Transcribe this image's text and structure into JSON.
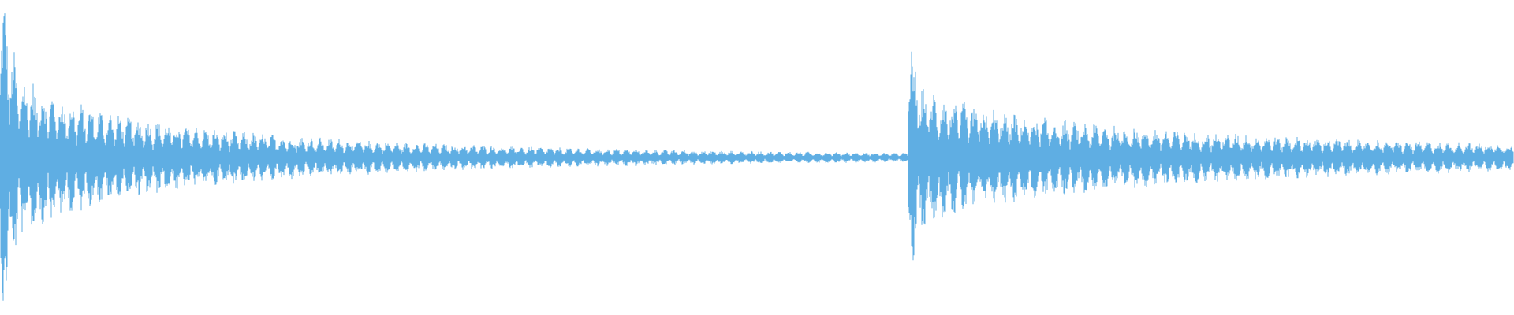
{
  "waveform": {
    "color": "#5faee3",
    "background": "#ffffff",
    "segments": [
      {
        "start": 0.0,
        "end": 0.6,
        "initial_amplitude": 0.42,
        "final_amplitude": 0.015,
        "beat_rate": 95
      },
      {
        "start": 0.6,
        "end": 1.0,
        "initial_amplitude": 0.3,
        "final_amplitude": 0.045,
        "beat_rate": 60
      }
    ]
  }
}
